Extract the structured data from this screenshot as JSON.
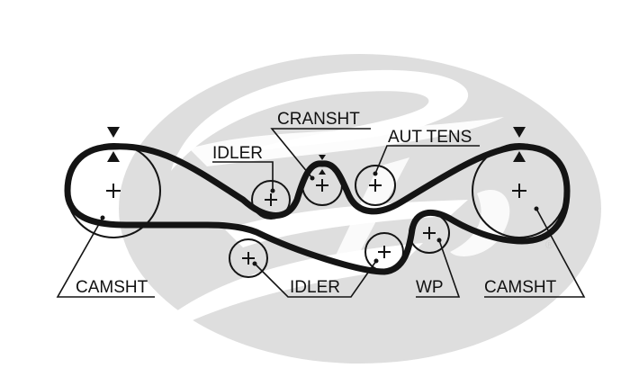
{
  "diagram": {
    "title": "Timing belt routing diagram",
    "colors": {
      "belt": "#141414",
      "pulley_outline": "#141414",
      "logo_background": "#dedede",
      "text": "#111111"
    },
    "labels": {
      "camshaft_left": "CAMSHT",
      "camshaft_right": "CAMSHT",
      "crankshaft": "CRANSHT",
      "idler_upper": "IDLER",
      "idler_lower": "IDLER",
      "auto_tensioner": "AUT TENS",
      "water_pump": "WP"
    },
    "registered_mark": "®",
    "center_mark": "+",
    "pulleys": [
      {
        "id": "camshaft-left",
        "label_ref": "camshaft_left",
        "has_timing_marks": true
      },
      {
        "id": "idler-upper",
        "label_ref": "idler_upper",
        "has_timing_marks": false
      },
      {
        "id": "crankshaft",
        "label_ref": "crankshaft",
        "has_timing_marks": true
      },
      {
        "id": "auto-tensioner",
        "label_ref": "auto_tensioner",
        "has_timing_marks": false
      },
      {
        "id": "camshaft-right",
        "label_ref": "camshaft_right",
        "has_timing_marks": true
      },
      {
        "id": "water-pump",
        "label_ref": "water_pump",
        "has_timing_marks": false
      },
      {
        "id": "idler-lower-right",
        "label_ref": "idler_lower",
        "has_timing_marks": false
      },
      {
        "id": "idler-lower-left",
        "label_ref": "idler_lower",
        "has_timing_marks": false
      }
    ]
  }
}
